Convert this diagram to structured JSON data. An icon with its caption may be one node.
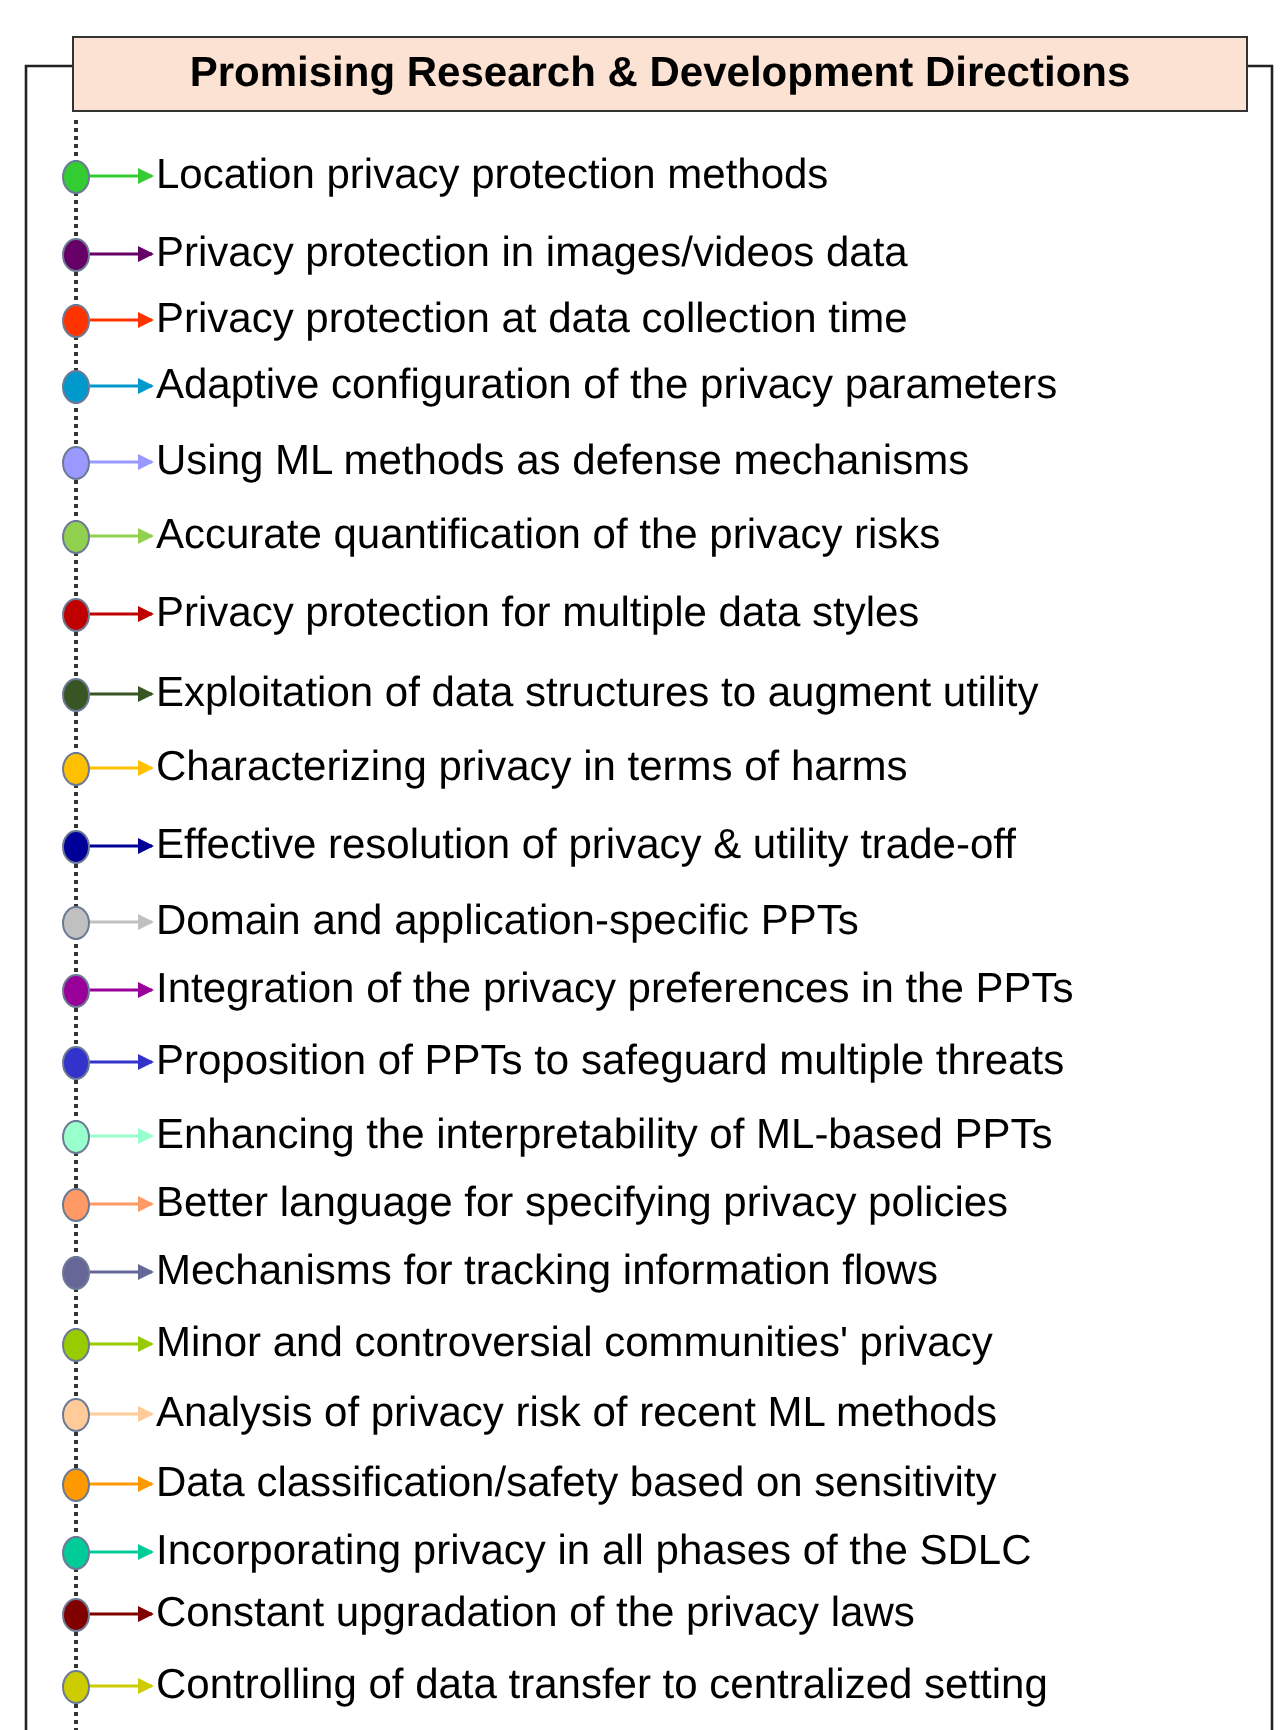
{
  "diagram": {
    "nodes": [
      {
        "text": [
          "Promising Research & Development Directions"
        ]
      },
      {
        "text": [],
        "shape": "circle"
      },
      {
        "text": [
          "Location privacy protection methods"
        ]
      },
      {
        "text": [],
        "shape": "circle"
      },
      {
        "text": [
          "Privacy protection in images/videos data"
        ]
      },
      {
        "text": [],
        "shape": "circle"
      },
      {
        "text": [
          "Privacy protection at data collection time"
        ]
      },
      {
        "text": [],
        "shape": "circle"
      },
      {
        "text": [
          "Adaptive configuration of the privacy parameters"
        ]
      },
      {
        "text": [],
        "shape": "circle"
      },
      {
        "text": [
          "Using ML methods as defense mechanisms"
        ]
      },
      {
        "text": [],
        "shape": "circle"
      },
      {
        "text": [
          "Accurate quantification of the privacy risks"
        ]
      },
      {
        "text": [],
        "shape": "circle"
      },
      {
        "text": [
          "Privacy protection for multiple data styles"
        ]
      },
      {
        "text": [],
        "shape": "circle"
      },
      {
        "text": [
          "Exploitation of data structures to augment utility"
        ]
      },
      {
        "text": [],
        "shape": "circle"
      },
      {
        "text": [
          "Characterizing privacy in terms of harms"
        ]
      },
      {
        "text": [],
        "shape": "circle"
      },
      {
        "text": [
          "Effective resolution of privacy & utility trade-off"
        ]
      },
      {
        "text": [],
        "shape": "circle"
      },
      {
        "text": [
          "Domain and application-specific PPTs"
        ]
      },
      {
        "text": [],
        "shape": "circle"
      },
      {
        "text": [
          "Integration of the privacy preferences in the PPTs"
        ]
      },
      {
        "text": [],
        "shape": "circle"
      },
      {
        "text": [
          "Proposition of PPTs to safeguard multiple threats"
        ]
      },
      {
        "text": [],
        "shape": "circle"
      },
      {
        "text": [
          "Enhancing the interpretability of ML-based PPTs"
        ]
      },
      {
        "text": [],
        "shape": "circle"
      },
      {
        "text": [
          "Better language for specifying privacy policies"
        ]
      },
      {
        "text": [],
        "shape": "circle"
      },
      {
        "text": [
          "Mechanisms for tracking information flows"
        ]
      },
      {
        "text": [],
        "shape": "circle"
      },
      {
        "text": [
          "Minor and controversial communities' privacy"
        ]
      },
      {
        "text": [],
        "shape": "circle"
      },
      {
        "text": [
          "Analysis of privacy risk of recent ML methods"
        ]
      },
      {
        "text": [],
        "shape": "circle"
      },
      {
        "text": [
          "Data classification/safety based on sensitivity"
        ]
      },
      {
        "text": [],
        "shape": "circle"
      },
      {
        "text": [
          "Incorporating privacy in all phases of the SDLC"
        ]
      },
      {
        "text": [],
        "shape": "circle"
      },
      {
        "text": [
          "Constant upgradation of the privacy laws"
        ]
      },
      {
        "text": [],
        "shape": "circle"
      },
      {
        "text": [
          "Controlling of data transfer to centralized setting"
        ]
      }
    ],
    "edges": [
      {
        "from": 1,
        "to": 2,
        "arrow": "to",
        "color": "#33cc33"
      },
      {
        "from": 3,
        "to": 4,
        "arrow": "to",
        "color": "#660066"
      },
      {
        "from": 5,
        "to": 6,
        "arrow": "to",
        "color": "#ff3300"
      },
      {
        "from": 7,
        "to": 8,
        "arrow": "to",
        "color": "#0099cc"
      },
      {
        "from": 9,
        "to": 10,
        "arrow": "to",
        "color": "#9999ff"
      },
      {
        "from": 11,
        "to": 12,
        "arrow": "to",
        "color": "#92d050"
      },
      {
        "from": 13,
        "to": 14,
        "arrow": "to",
        "color": "#c00000"
      },
      {
        "from": 15,
        "to": 16,
        "arrow": "to",
        "color": "#375623"
      },
      {
        "from": 17,
        "to": 18,
        "arrow": "to",
        "color": "#ffc000"
      },
      {
        "from": 19,
        "to": 20,
        "arrow": "to",
        "color": "#000099"
      },
      {
        "from": 21,
        "to": 22,
        "arrow": "to",
        "color": "#c0c0c0"
      },
      {
        "from": 23,
        "to": 24,
        "arrow": "to",
        "color": "#990099"
      },
      {
        "from": 25,
        "to": 26,
        "arrow": "to",
        "color": "#3333cc"
      },
      {
        "from": 27,
        "to": 28,
        "arrow": "to",
        "color": "#99ffcc"
      },
      {
        "from": 29,
        "to": 30,
        "arrow": "to",
        "color": "#ff9966"
      },
      {
        "from": 31,
        "to": 32,
        "arrow": "to",
        "color": "#666699"
      },
      {
        "from": 33,
        "to": 34,
        "arrow": "to",
        "color": "#99cc00"
      },
      {
        "from": 35,
        "to": 36,
        "arrow": "to",
        "color": "#ffcc99"
      },
      {
        "from": 37,
        "to": 38,
        "arrow": "to",
        "color": "#ff9900"
      },
      {
        "from": 39,
        "to": 40,
        "arrow": "to",
        "color": "#00cc99"
      },
      {
        "from": 41,
        "to": 42,
        "arrow": "to",
        "color": "#800000"
      },
      {
        "from": 43,
        "to": 44,
        "arrow": "to",
        "color": "#cccc00"
      }
    ]
  }
}
